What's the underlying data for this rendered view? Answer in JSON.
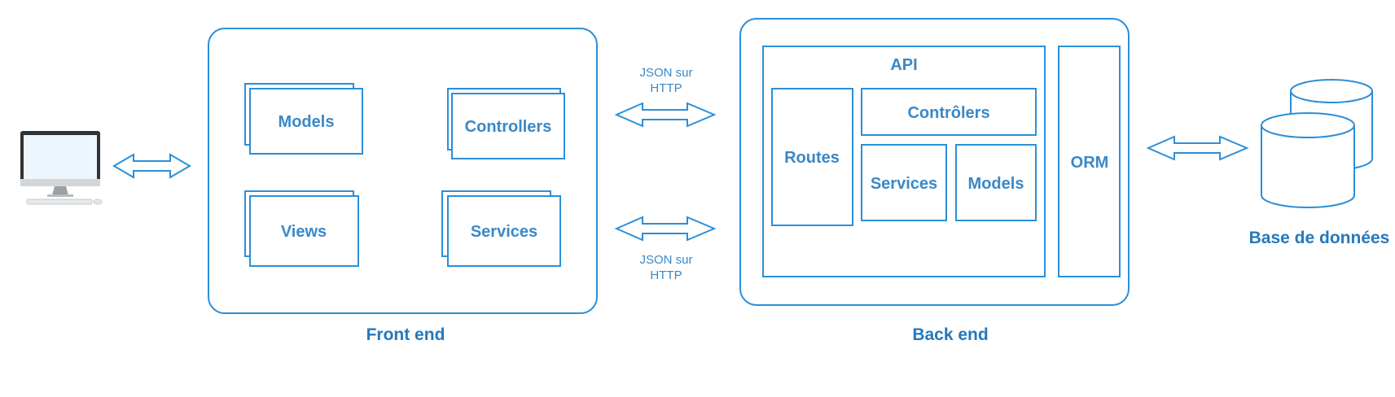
{
  "computer": {
    "icon": "desktop-computer-icon"
  },
  "front_end": {
    "title": "Front end",
    "components": [
      "Models",
      "Controllers",
      "Views",
      "Services"
    ]
  },
  "connection": {
    "top_label_line1": "JSON sur",
    "top_label_line2": "HTTP",
    "bottom_label_line1": "JSON sur",
    "bottom_label_line2": "HTTP"
  },
  "back_end": {
    "title": "Back end",
    "api_label": "API",
    "routes": "Routes",
    "controllers": "Contrôlers",
    "services": "Services",
    "models": "Models",
    "orm": "ORM"
  },
  "database": {
    "title": "Base de données",
    "icon": "database-icon"
  },
  "colors": {
    "stroke": "#2b8fd8",
    "text": "#3a88c7",
    "title": "#2479bd"
  }
}
